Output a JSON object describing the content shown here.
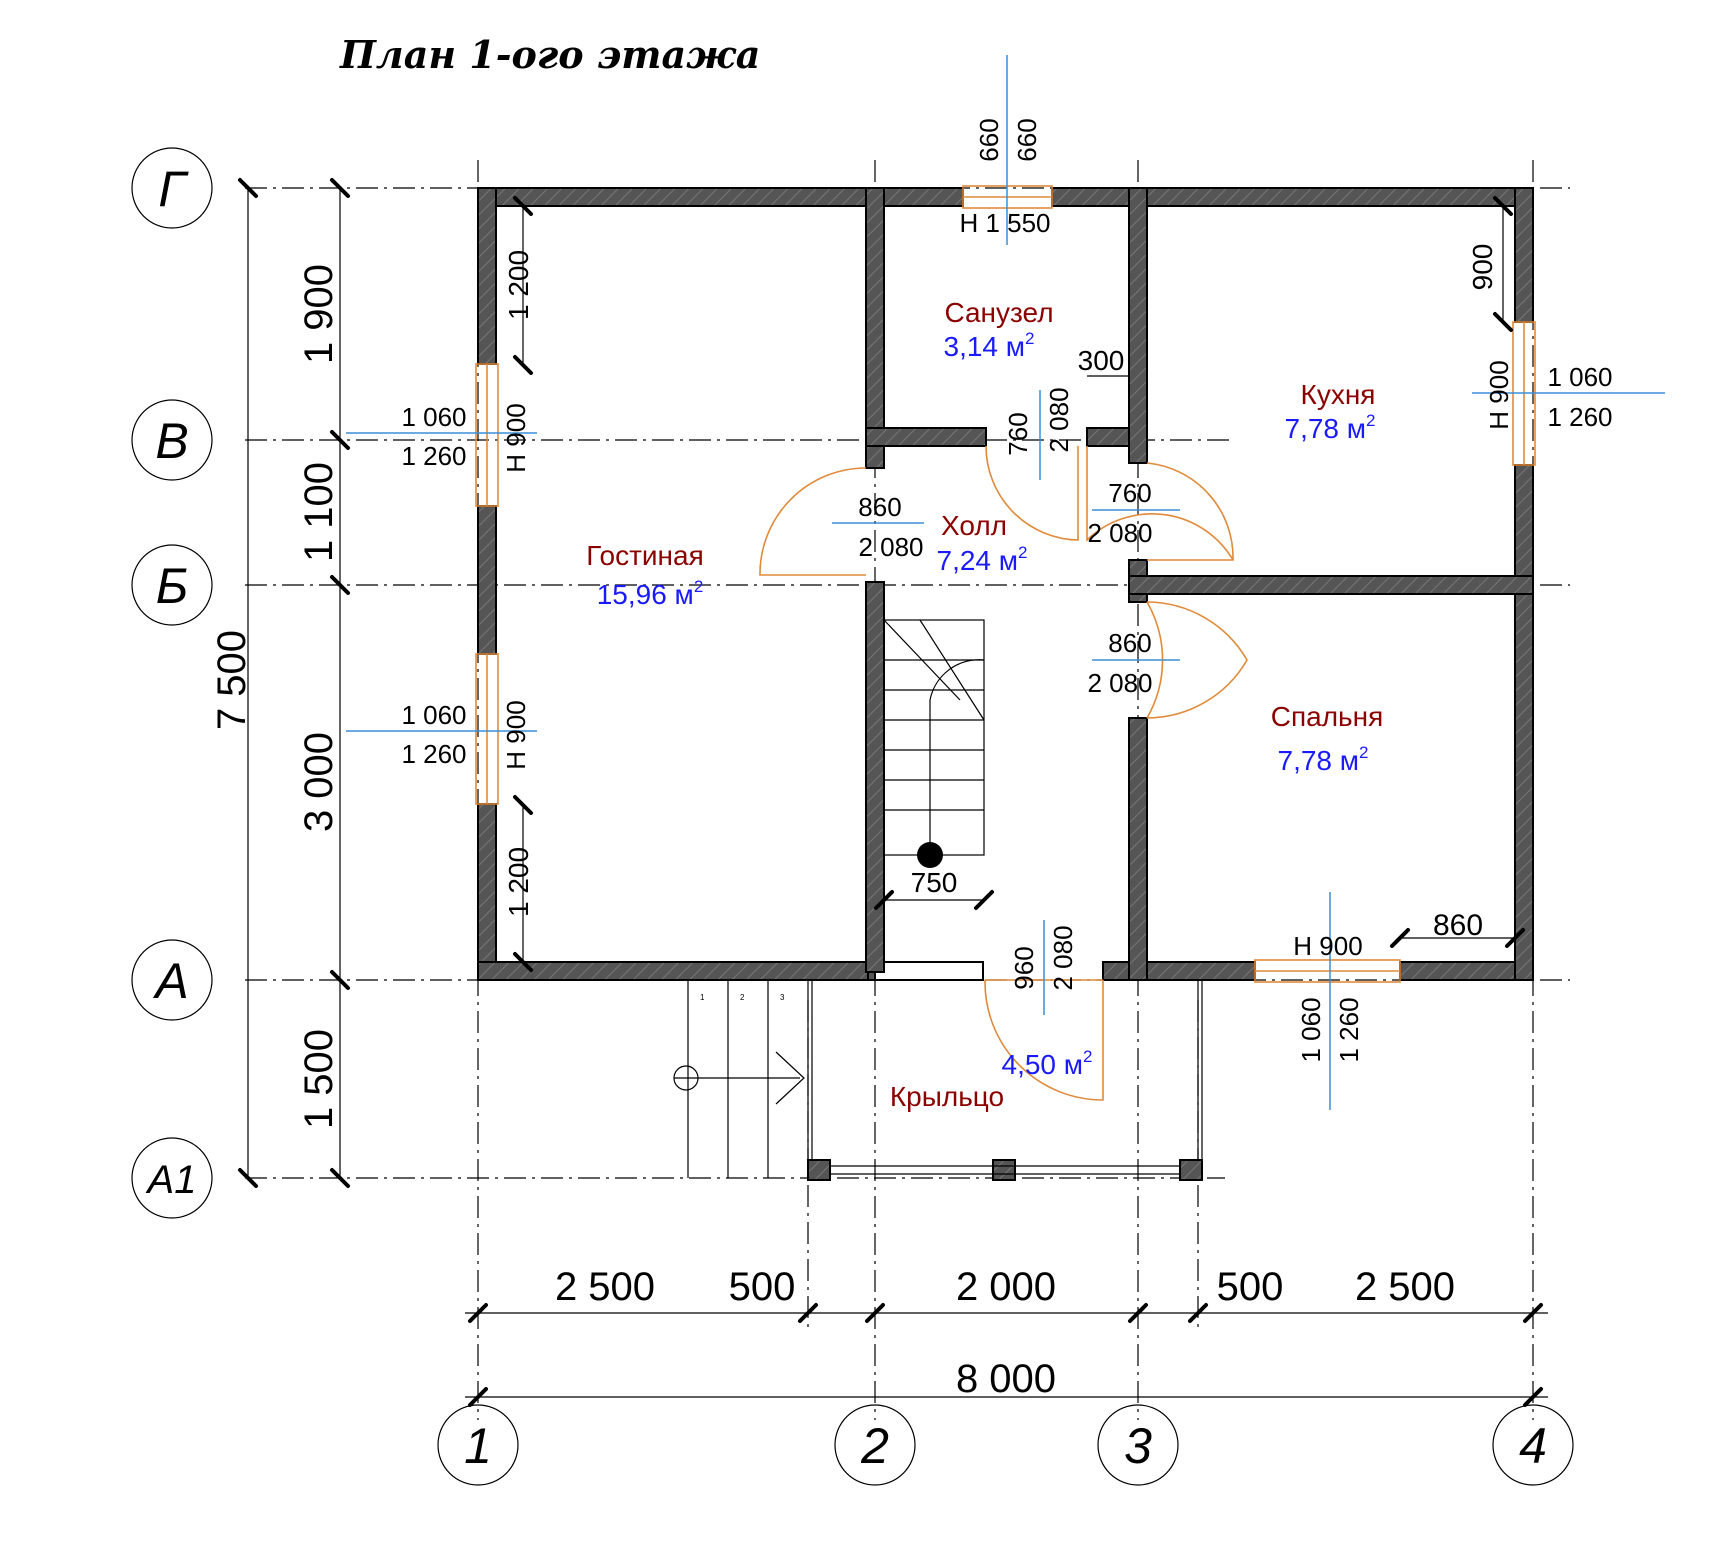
{
  "title": "План 1-ого этажа",
  "axes": {
    "rows": [
      "Г",
      "В",
      "Б",
      "А",
      "А1"
    ],
    "cols": [
      "1",
      "2",
      "3",
      "4"
    ]
  },
  "left_dims": {
    "total": "7 500",
    "g_v": "1 900",
    "v_b": "1 100",
    "b_a": "3 000",
    "a_a1": "1 500"
  },
  "bottom_dims": {
    "d1": "2 500",
    "d2": "500",
    "d3": "2 000",
    "d4": "500",
    "d5": "2 500",
    "total": "8 000"
  },
  "rooms": [
    {
      "name": "Гостиная",
      "area": "15,96 м",
      "sup": "2"
    },
    {
      "name": "Санузел",
      "area": "3,14 м",
      "sup": "2"
    },
    {
      "name": "Кухня",
      "area": "7,78 м",
      "sup": "2"
    },
    {
      "name": "Холл",
      "area": "7,24 м",
      "sup": "2"
    },
    {
      "name": "Спальня",
      "area": "7,78 м",
      "sup": "2"
    },
    {
      "name": "Крыльцо",
      "area": "4,50 м",
      "sup": "2"
    }
  ],
  "openings": {
    "top_window": {
      "w1": "660",
      "w2": "660",
      "sill": "Н  1 550"
    },
    "left_window_upper": {
      "w": "1 060",
      "h": "1 260",
      "sill": "Н  900"
    },
    "left_window_lower": {
      "w": "1 060",
      "h": "1 260",
      "sill": "Н  900"
    },
    "left_pier_upper": "1 200",
    "left_pier_lower": "1 200",
    "right_window": {
      "w": "1 060",
      "h": "1 260",
      "sill": "Н  900"
    },
    "right_pier": "900",
    "bottom_window": {
      "w": "1 060",
      "h": "1 260",
      "sill": "Н  900"
    },
    "bottom_right_pier": "860",
    "bath_door": {
      "w": "760",
      "h": "2 080"
    },
    "bath_offset": "300",
    "kitchen_door": {
      "w": "760",
      "h": "2 080"
    },
    "living_door": {
      "w": "860",
      "h": "2 080"
    },
    "bedroom_door": {
      "w": "860",
      "h": "2 080"
    },
    "entry_door": {
      "w": "960",
      "h": "2 080"
    },
    "stair_width": "750"
  },
  "steps": [
    "1",
    "2",
    "3"
  ]
}
